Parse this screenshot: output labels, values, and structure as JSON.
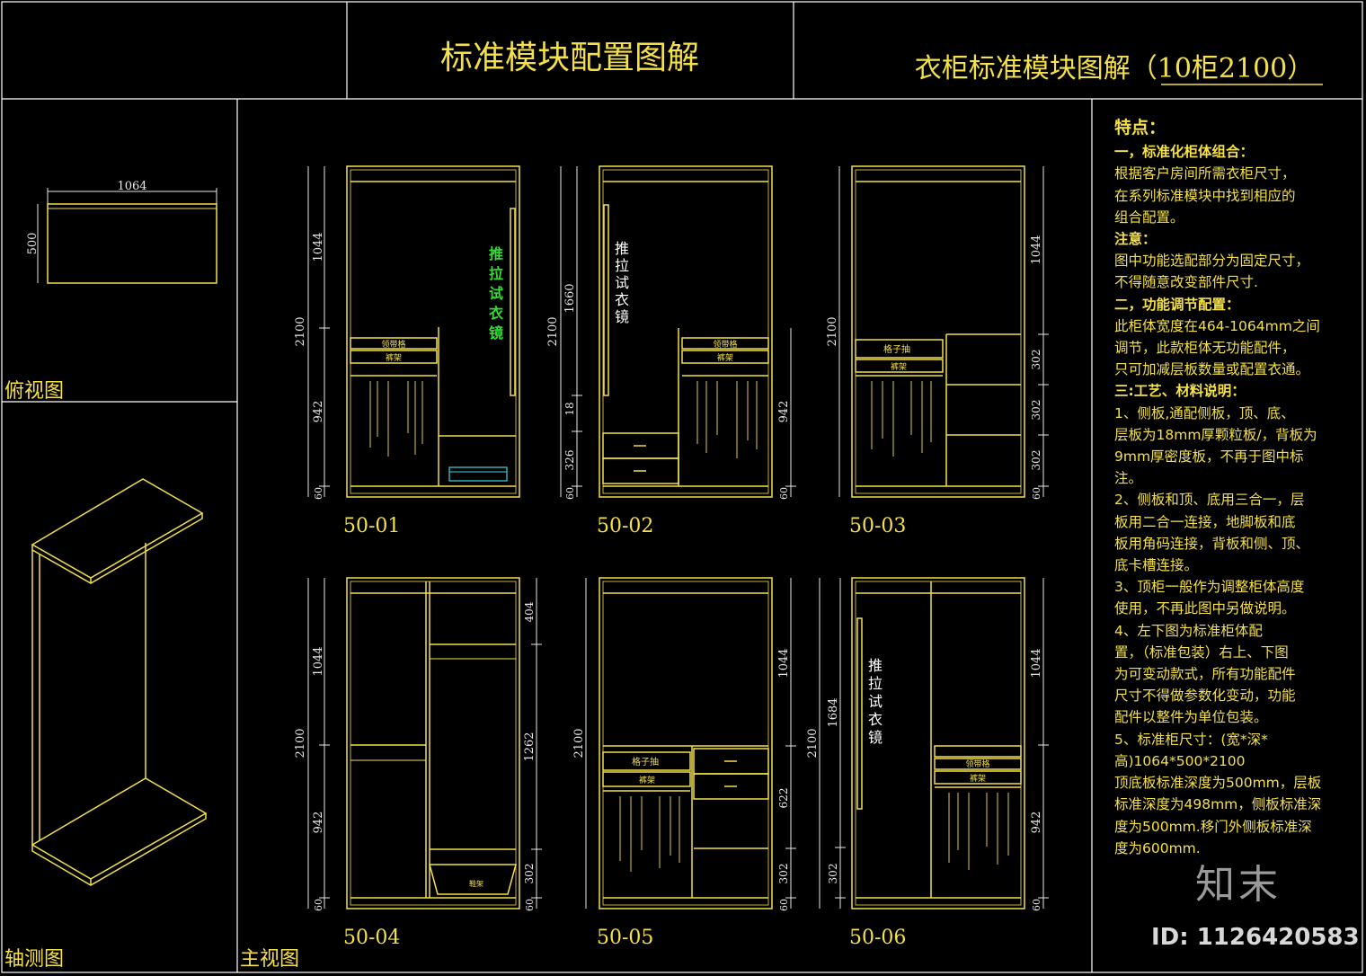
{
  "header": {
    "title": "标准模块配置图解",
    "subtitle": "衣柜标准模块图解（10柜2100）"
  },
  "views": {
    "top_view_label": "俯视图",
    "axon_view_label": "轴测图",
    "front_view_label": "主视图",
    "top_view_width": "1064",
    "top_view_depth": "500"
  },
  "modules": [
    {
      "code": "50-01",
      "dims_left": [
        "2100",
        "1044",
        "942",
        "60"
      ],
      "mirror": "推拉试衣镜",
      "tie_rack": "领带格",
      "trouser_rack": "裤架"
    },
    {
      "code": "50-02",
      "dims_left": [
        "2100",
        "1660",
        "18",
        "326",
        "60"
      ],
      "dims_right": [
        "942",
        "60"
      ],
      "mirror": "推拉试衣镜",
      "tie_rack": "领带格",
      "trouser_rack": "裤架"
    },
    {
      "code": "50-03",
      "dims_left": [
        "2100"
      ],
      "dims_right": [
        "1044",
        "302",
        "302",
        "302",
        "60"
      ],
      "grid_drawer": "格子抽",
      "trouser_rack": "裤架"
    },
    {
      "code": "50-04",
      "dims_left": [
        "2100",
        "1044",
        "942",
        "60"
      ],
      "dims_right": [
        "404",
        "1262",
        "302",
        "60"
      ],
      "shoe_rack": "鞋架"
    },
    {
      "code": "50-05",
      "dims_left": [
        "2100"
      ],
      "dims_right": [
        "1044",
        "622",
        "302",
        "60"
      ],
      "grid_drawer": "格子抽",
      "trouser_rack": "裤架"
    },
    {
      "code": "50-06",
      "dims_left": [
        "2100",
        "1684",
        "302"
      ],
      "dims_right": [
        "1044",
        "942",
        "60"
      ],
      "mirror": "推拉试衣镜",
      "tie_rack": "领带格",
      "trouser_rack": "裤架"
    }
  ],
  "notes": {
    "heading": "特点：",
    "lines": [
      "一，标准化柜体组合：",
      "根据客户房间所需衣柜尺寸，",
      "在系列标准模块中找到相应的",
      "组合配置。",
      "注意：",
      "图中功能选配部分为固定尺寸，",
      "不得随意改变部件尺寸.",
      "二，功能调节配置：",
      "此柜体宽度在464-1064mm之间",
      "调节，此款柜体无功能配件，",
      "只可加减层板数量或配置衣通。",
      "三:工艺、材料说明：",
      "1、侧板,通配侧板，顶、底、",
      "层板为18mm厚颗粒板/，背板为",
      "9mm厚密度板，不再于图中标",
      "注。",
      "2、侧板和顶、底用三合一，层",
      "板用二合一连接，地脚板和底",
      "板用角码连接，背板和侧、顶、",
      "底卡槽连接。",
      "3、顶柜一般作为调整柜体高度",
      "使用，不再此图中另做说明。",
      "4、左下图为标准柜体配",
      "置，（标准包装）右上、下图",
      "为可变动款式，所有功能配件",
      "尺寸不得做参数化变动，功能",
      "配件以整件为单位包装。",
      "5、标准柜尺寸：(宽*深*",
      "高)1064*500*2100",
      "顶底板标准深度为500mm，层板",
      "标准深度为498mm，侧板标准深",
      "度为500mm.移门外侧板标准深",
      "度为600mm."
    ]
  },
  "watermark": {
    "brand": "知末",
    "image_id": "ID: 1126420583"
  },
  "colors": {
    "line": "#f3e04a",
    "dim": "#e8e8e8",
    "mirror_green": "#33dd33",
    "frame": "#ffffff",
    "tray": "#40d8e0"
  }
}
